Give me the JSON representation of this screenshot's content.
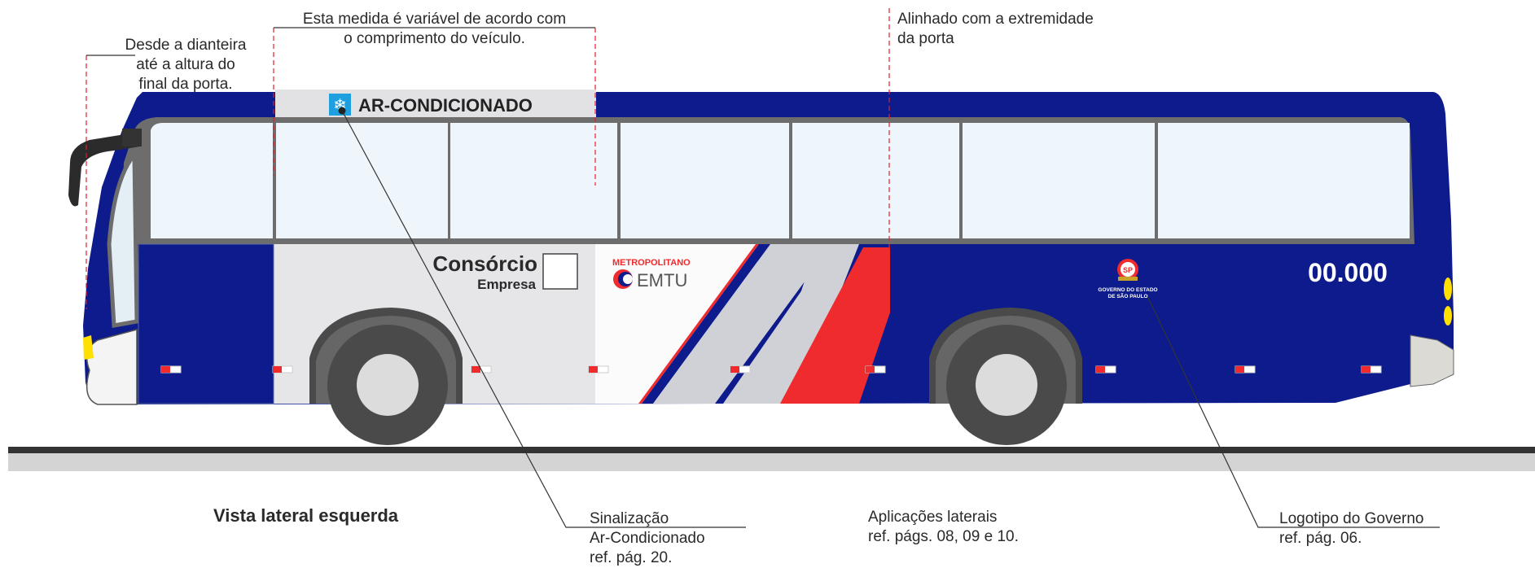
{
  "annotations": {
    "front_note": "Desde a dianteira\naté a altura do\nfinal da porta.",
    "length_note": "Esta medida é variável de acordo com\no comprimento do veículo.",
    "door_note": "Alinhado com a extremidade\nda porta",
    "ac_ref": "Sinalização\nAr-Condicionado\nref. pág. 20.",
    "side_ref": "Aplicações laterais\nref. págs. 08, 09 e 10.",
    "gov_ref": "Logotipo do Governo\nref. pág. 06."
  },
  "view_title": "Vista lateral esquerda",
  "bus": {
    "ac_label": "AR-CONDICIONADO",
    "consorcio": "Consórcio",
    "empresa": "Empresa",
    "metropolitano": "METROPOLITANO",
    "emtu": "EMTU",
    "gov_line1": "GOVERNO DO ESTADO",
    "gov_line2": "DE SÃO PAULO",
    "gov_seal": "SP",
    "fleet_number": "00.000"
  },
  "colors": {
    "navy": "#0d1b8c",
    "red": "#ef2b2d",
    "light_gray": "#e6e6e9",
    "stripe_gray": "#cfd1d6",
    "window": "#eef6fb",
    "frame": "#6b6b6b",
    "ac_blue": "#1ea0e0"
  }
}
